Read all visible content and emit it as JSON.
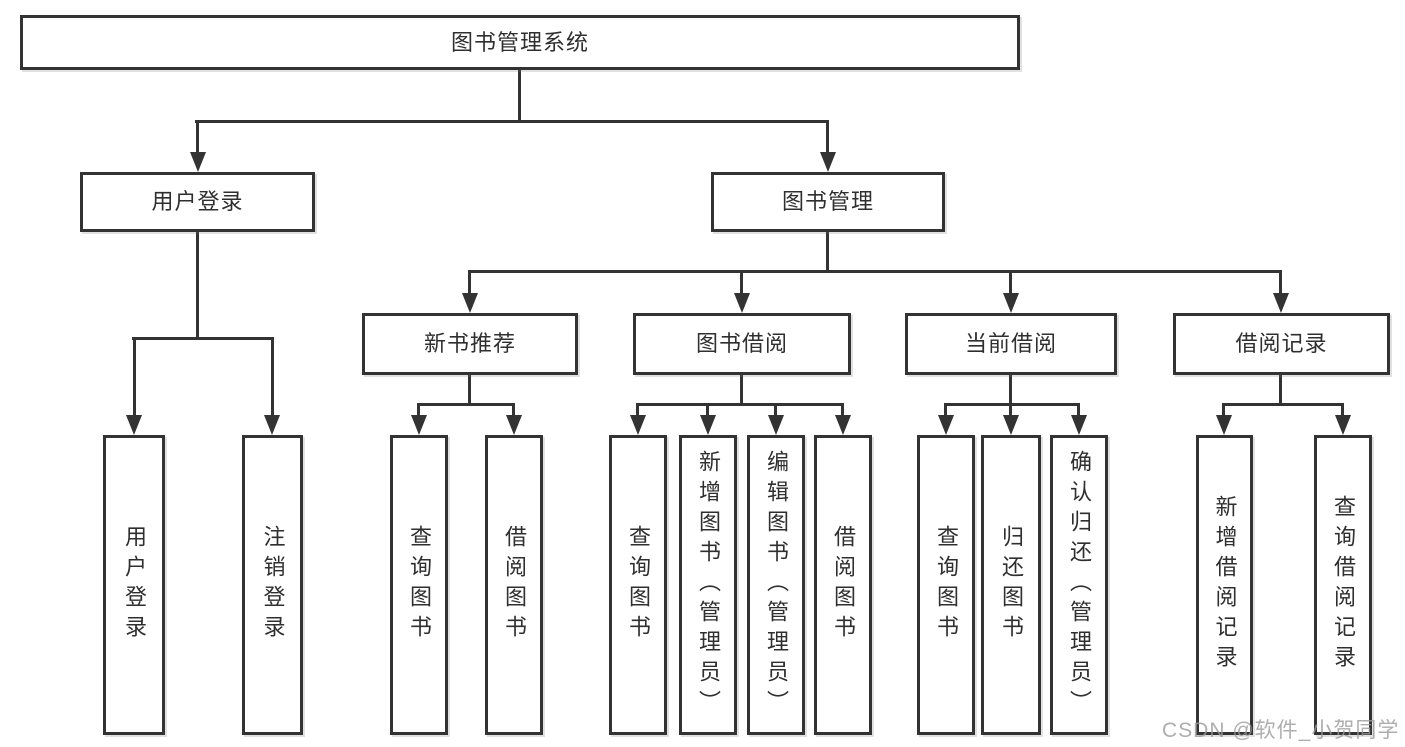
{
  "diagram": {
    "root": "图书管理系统",
    "children": [
      {
        "label": "用户登录",
        "children": [
          {
            "label": "用户登录"
          },
          {
            "label": "注销登录"
          }
        ]
      },
      {
        "label": "图书管理",
        "children": [
          {
            "label": "新书推荐",
            "children": [
              {
                "label": "查询图书"
              },
              {
                "label": "借阅图书"
              }
            ]
          },
          {
            "label": "图书借阅",
            "children": [
              {
                "label": "查询图书"
              },
              {
                "label": "新增图书（管理员）"
              },
              {
                "label": "编辑图书（管理员）"
              },
              {
                "label": "借阅图书"
              }
            ]
          },
          {
            "label": "当前借阅",
            "children": [
              {
                "label": "查询图书"
              },
              {
                "label": "归还图书"
              },
              {
                "label": "确认归还（管理员）"
              }
            ]
          },
          {
            "label": "借阅记录",
            "children": [
              {
                "label": "新增借阅记录"
              },
              {
                "label": "查询借阅记录"
              }
            ]
          }
        ]
      }
    ]
  },
  "watermark": {
    "text": "CSDN @软件_小贺同学"
  },
  "colors": {
    "line": "#333333",
    "text": "#2f2f2f",
    "box_fill": "#ffffff",
    "watermark": "#9a9a9a"
  }
}
